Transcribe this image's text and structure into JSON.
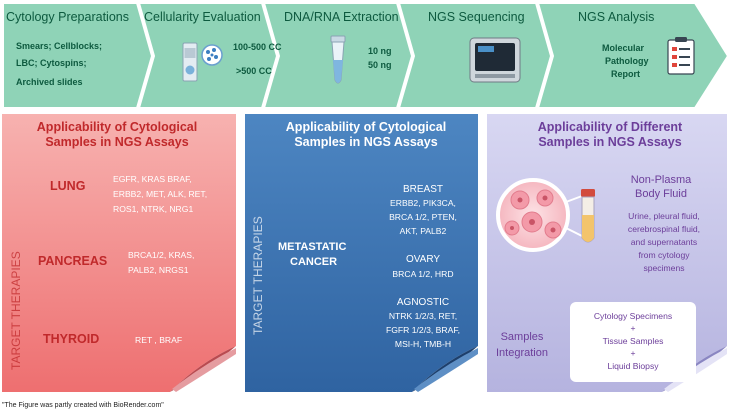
{
  "workflow": {
    "steps": [
      {
        "title": "Cytology Preparations",
        "lines": [
          "Smears; Cellblocks;",
          "LBC; Cytospins;",
          "Archived slides"
        ]
      },
      {
        "title": "Cellularity  Evaluation",
        "lines": [
          "100-500 CC",
          ">500 CC"
        ]
      },
      {
        "title": "DNA/RNA Extraction",
        "lines": [
          "10 ng",
          "50 ng"
        ]
      },
      {
        "title": "NGS Sequencing",
        "lines": []
      },
      {
        "title": "NGS Analysis",
        "lines": [
          "Molecular",
          "Pathology",
          "Report"
        ]
      }
    ]
  },
  "panels": {
    "cytological_red": {
      "title_line1": "Applicability  of Cytological",
      "title_line2": "Samples in NGS Assays",
      "side_label": "TARGET THERAPIES",
      "groups": [
        {
          "name": "LUNG",
          "genes": [
            "EGFR, KRAS BRAF,",
            "ERBB2, MET, ALK, RET,",
            "ROS1, NTRK, NRG1"
          ]
        },
        {
          "name": "PANCREAS",
          "genes": [
            "BRCA1/2, KRAS,",
            "PALB2, NRGS1"
          ]
        },
        {
          "name": "THYROID",
          "genes": [
            "RET ,  BRAF"
          ]
        }
      ]
    },
    "cytological_blue": {
      "title_line1": "Applicability of Cytological",
      "title_line2": "Samples in NGS Assays",
      "side_label": "TARGET THERAPIES",
      "category": [
        "METASTATIC",
        "CANCER"
      ],
      "groups": [
        {
          "name": "BREAST",
          "genes": [
            "ERBB2, PIK3CA,",
            "BRCA 1/2, PTEN,",
            "AKT, PALB2"
          ]
        },
        {
          "name": "OVARY",
          "genes": [
            "BRCA 1/2, HRD"
          ]
        },
        {
          "name": "AGNOSTIC",
          "genes": [
            "NTRK 1/2/3,  RET,",
            "FGFR 1/2/3, BRAF,",
            "MSI-H,  TMB-H"
          ]
        }
      ]
    },
    "different_purple": {
      "title_line1": "Applicability of Different",
      "title_line2": "Samples in NGS Assays",
      "fluid_title": [
        "Non-Plasma",
        "Body Fluid"
      ],
      "fluid_desc": [
        "Urine, pleural fluid,",
        "cerebrospinal fluid,",
        "and supernatants",
        "from cytology",
        "specimens"
      ],
      "integration_label": [
        "Samples",
        "Integration"
      ],
      "integration_box": [
        "Cytology Specimens",
        "+",
        "Tissue Samples",
        "+",
        "Liquid Biopsy"
      ]
    }
  },
  "footnote": "\"The Figure was partly created with BioRender.com\"",
  "colors": {
    "banner": "#8fd3b7",
    "banner_text": "#0d5a3f",
    "red_panel": "#f18585",
    "red_title": "#c0292b",
    "blue_panel": "#3972b0",
    "purple_panel": "#c3c2e6",
    "purple_text": "#6c3e9a"
  }
}
